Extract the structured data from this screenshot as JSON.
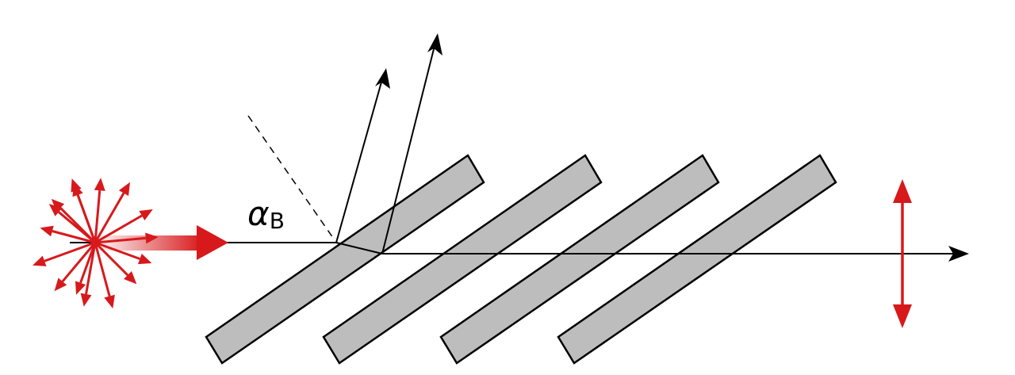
{
  "diagram": {
    "angle_label": {
      "symbol": "α",
      "subscript": "B"
    },
    "plate_count": 4,
    "colors": {
      "plate_fill": "#bdbdbd",
      "plate_stroke": "#000000",
      "ray": "#000000",
      "polarization": "#d7191c",
      "beam_gradient_start": "#ffffff",
      "beam_gradient_end": "#d7191c"
    },
    "icons": {
      "unpolarized_light": "starburst-arrows-icon",
      "input_beam": "gradient-arrow-icon",
      "output_polarization": "double-headed-arrow-icon"
    }
  }
}
